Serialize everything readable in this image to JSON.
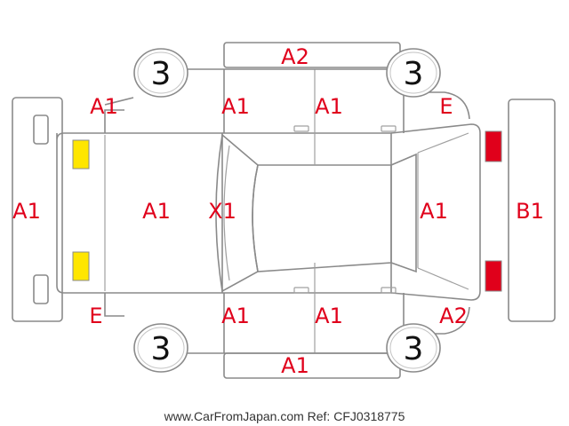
{
  "wheels": {
    "front_left": "3",
    "front_right": "3",
    "rear_left": "3",
    "rear_right": "3"
  },
  "codes": {
    "roof_rail_top": "A2",
    "front_fender_left": "A1",
    "front_door_left": "A1",
    "rear_door_left": "A1",
    "rear_quarter_left": "E",
    "front_bumper": "A1",
    "hood": "A1",
    "windshield": "X1",
    "rear_hatch": "A1",
    "rear_bumper": "B1",
    "front_fender_right": "E",
    "front_door_right": "A1",
    "rear_door_right": "A1",
    "rear_quarter_right": "A2",
    "roof_rail_bottom": "A1"
  },
  "markers": {
    "headlight_color": "#ffe600",
    "taillight_color": "#e0001b"
  },
  "footer": {
    "text": "www.CarFromJapan.com Ref: CFJ0318775"
  }
}
